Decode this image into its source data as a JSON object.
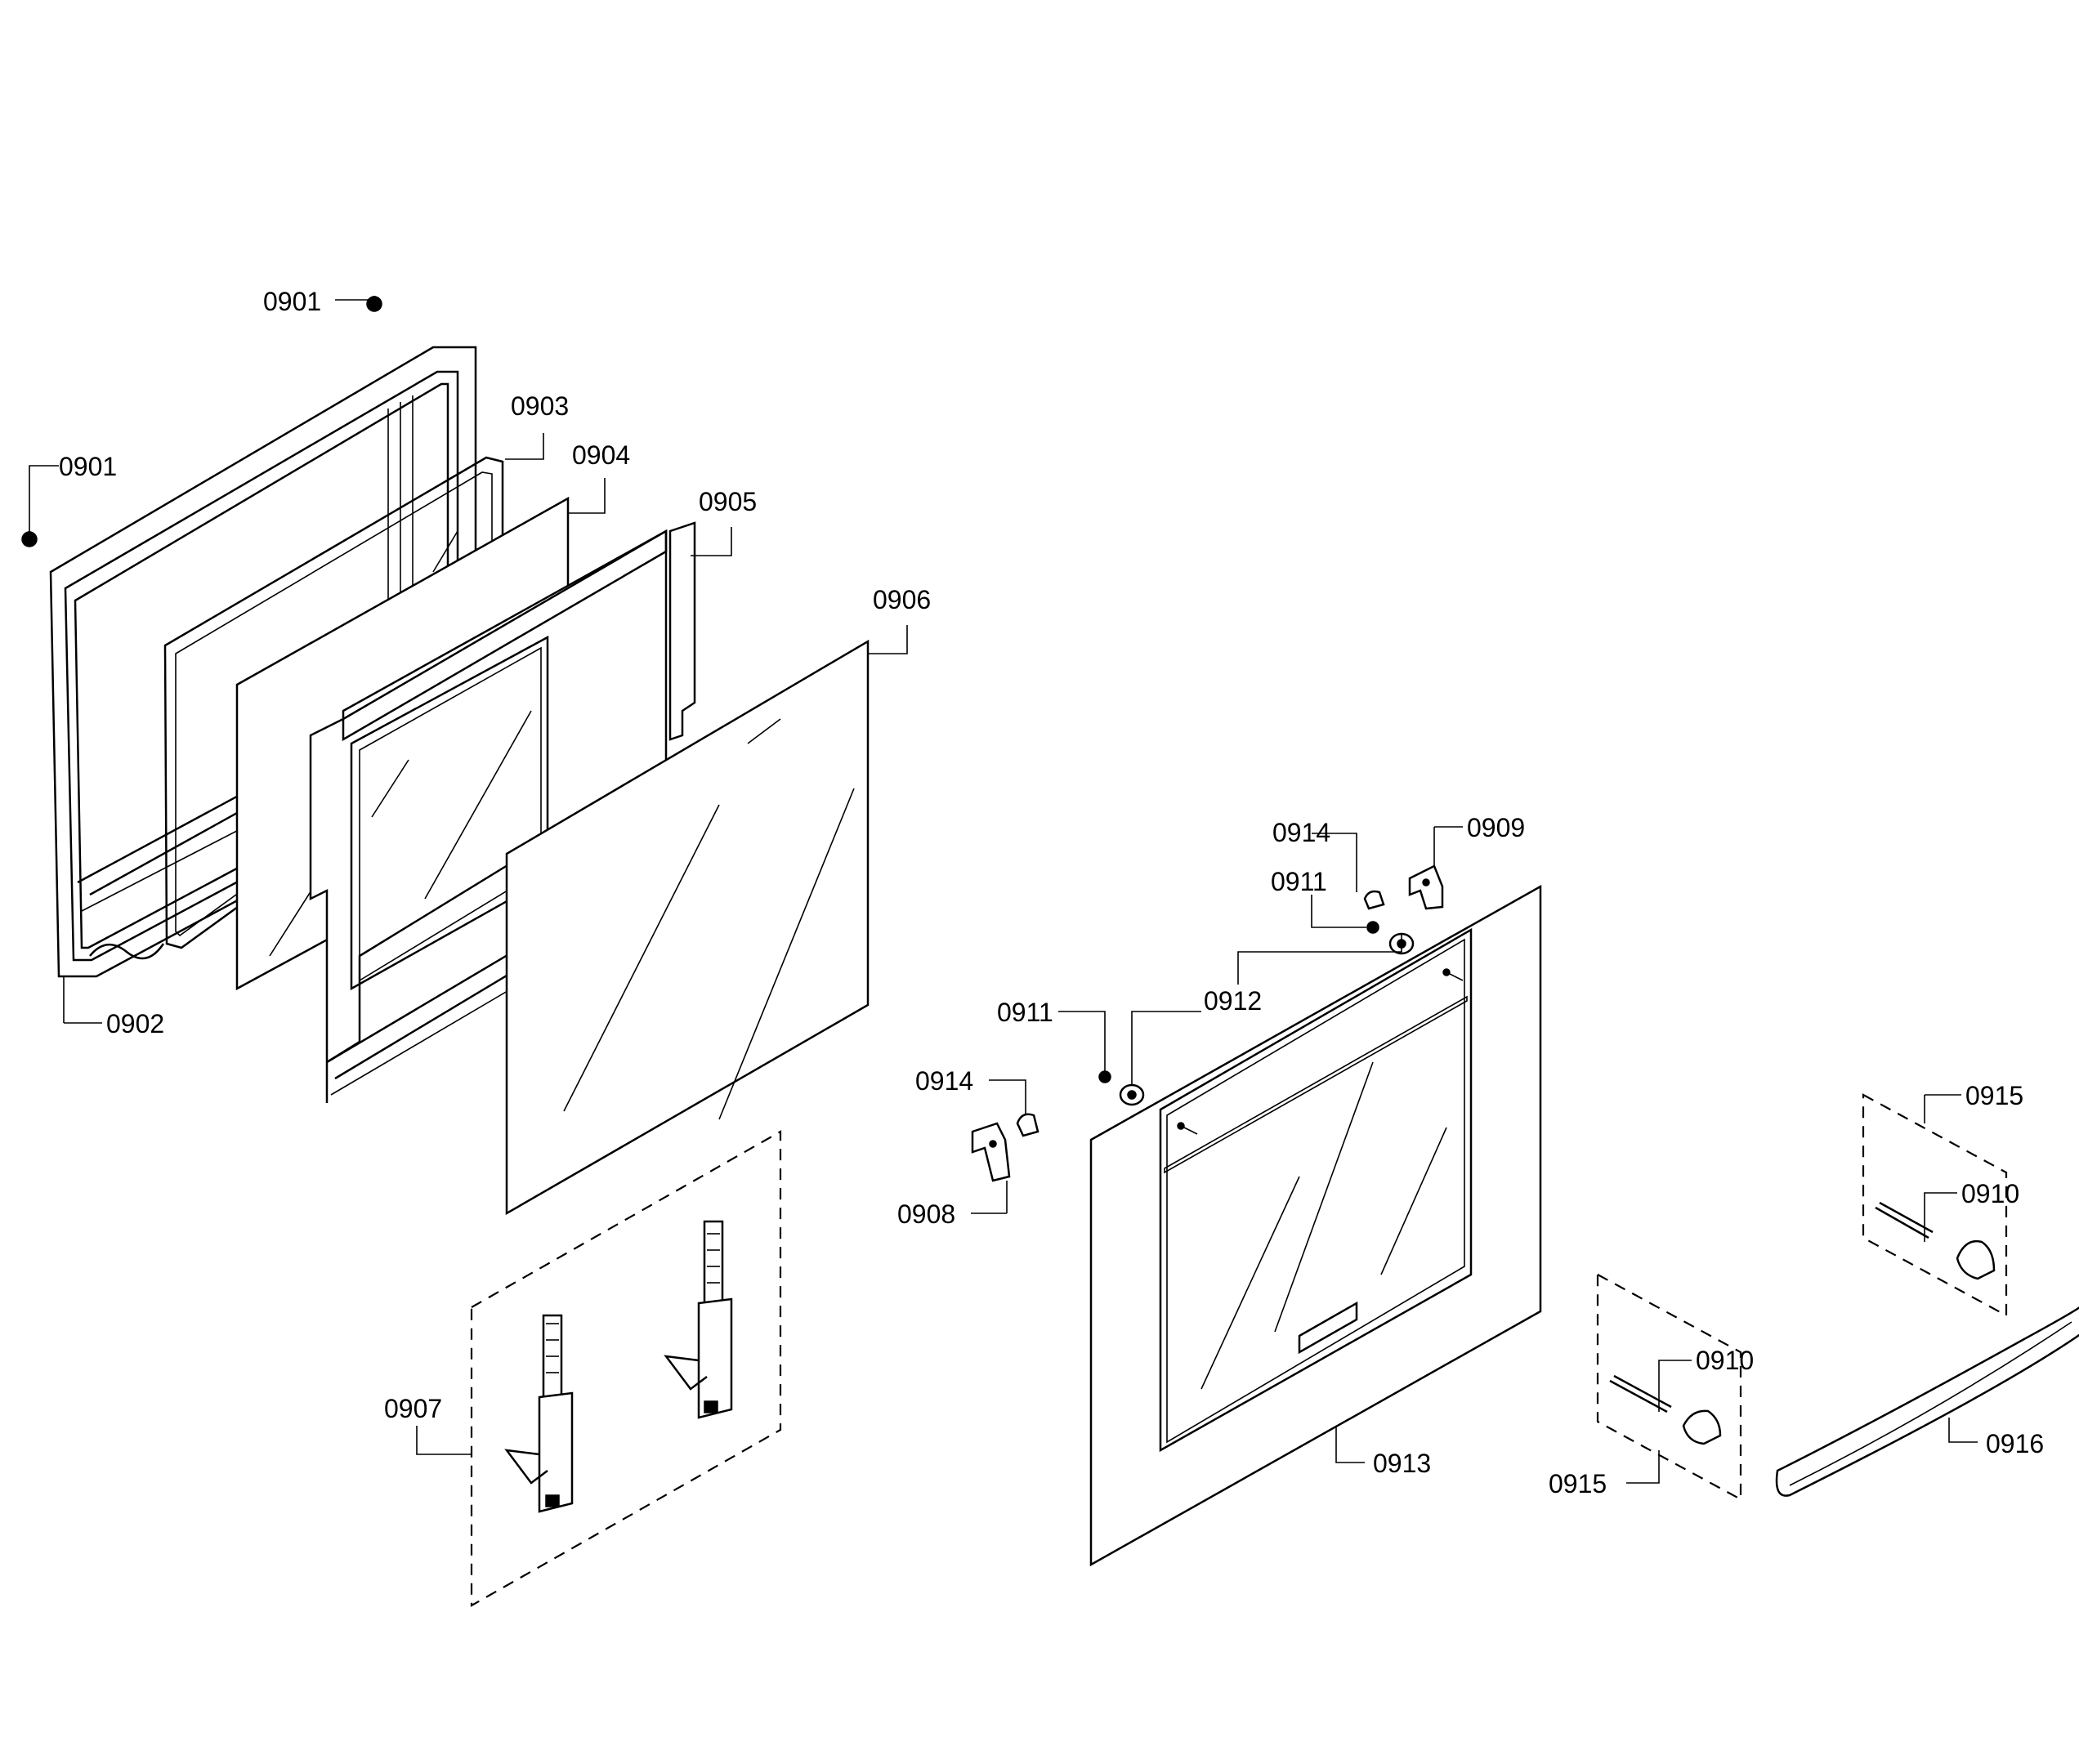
{
  "diagram": {
    "type": "exploded parts diagram",
    "labels": {
      "l0901a": "0901",
      "l0901b": "0901",
      "l0902": "0902",
      "l0903": "0903",
      "l0904": "0904",
      "l0905": "0905",
      "l0906": "0906",
      "l0907": "0907",
      "l0908": "0908",
      "l0909": "0909",
      "l0910a": "0910",
      "l0910b": "0910",
      "l0911a": "0911",
      "l0911b": "0911",
      "l0912": "0912",
      "l0913": "0913",
      "l0914a": "0914",
      "l0914b": "0914",
      "l0915a": "0915",
      "l0915b": "0915",
      "l0916": "0916"
    }
  }
}
